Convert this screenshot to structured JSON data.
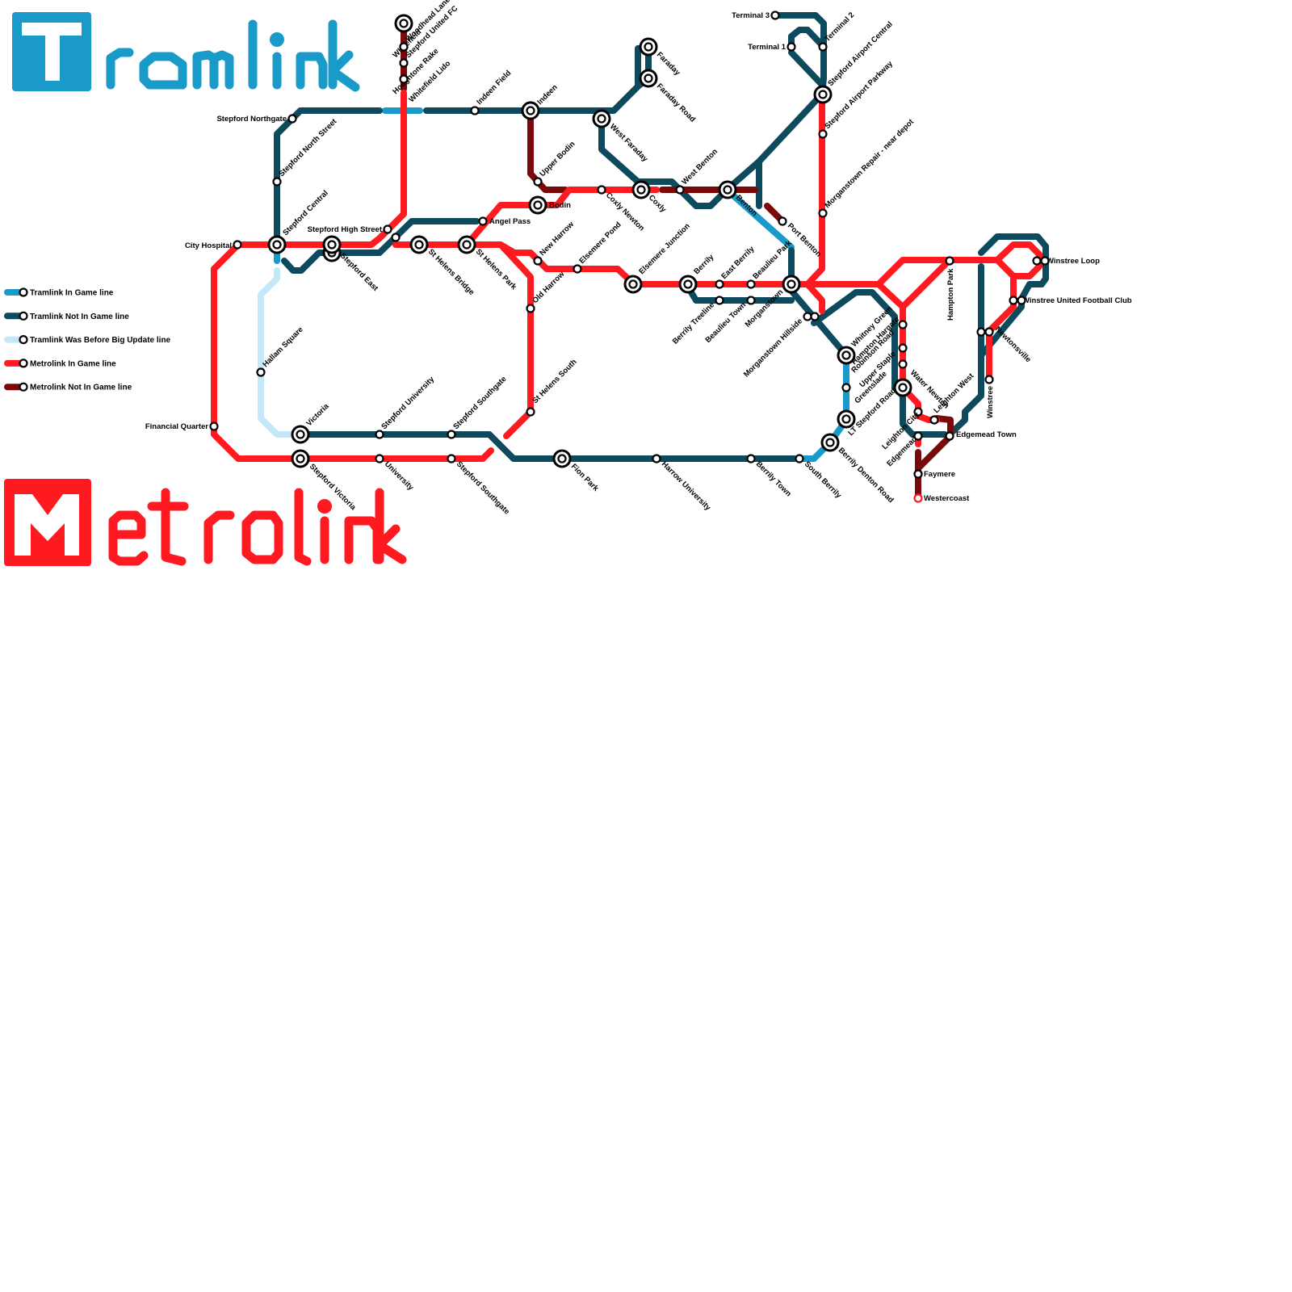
{
  "map": {
    "brands": [
      {
        "name": "Tramlink",
        "color": "#1a9ac9"
      },
      {
        "name": "Metrolink",
        "color": "#ff1a22"
      }
    ],
    "colors": {
      "tram_in_game": "#1a9ac9",
      "tram_not_in_game": "#0d4a5e",
      "tram_before_update": "#c4e8f7",
      "metro_in_game": "#ff1a22",
      "metro_not_in_game": "#7a0a0a"
    },
    "legend": [
      {
        "label": "Tramlink In Game line",
        "color": "#1a9ac9"
      },
      {
        "label": "Tramlink Not In Game line",
        "color": "#0d4a5e"
      },
      {
        "label": "Tramlink Was Before Big Update line",
        "color": "#c4e8f7"
      },
      {
        "label": "Metrolink In Game line",
        "color": "#ff1a22"
      },
      {
        "label": "Metrolink Not In Game line",
        "color": "#7a0a0a"
      }
    ],
    "stations": [
      "Whitefield",
      "Houghtone Rake",
      "Woodhead Lane",
      "Stepford United FC",
      "Whitefield Lido",
      "Indeen Field",
      "Indeen",
      "Stepford Northgate",
      "Stepford North Street",
      "Stepford Central",
      "City Hospital",
      "Stepford High Street",
      "Stepford East",
      "St Helens Bridge",
      "St Helens Park",
      "Angel Pass",
      "Bodin",
      "Upper Bodin",
      "Faraday",
      "Faraday Road",
      "West Faraday",
      "Coxly Newton",
      "Coxly",
      "West Benton",
      "Benton",
      "Port Benton",
      "New Harrow",
      "Elsemere Pond",
      "Elsemere Junction",
      "Berrily",
      "East Berrily",
      "Berrily Treeline",
      "Beaulieu Park",
      "Beaulieu Town",
      "Morganstown",
      "Morganstown Hillside",
      "Old Harrow",
      "St Helens South",
      "Terminal 3",
      "Terminal 1",
      "Terminal 2",
      "Stepford Airport Central",
      "Stepford Airport Parkway",
      "Morganstown Repair - near depot",
      "Whitney Green",
      "Hampton Hargate",
      "Robinson Road",
      "Upper Staple",
      "Greenslade",
      "Water Newton",
      "LT Stepford Road",
      "Berrily Denton Road",
      "Leighton City",
      "Leighton West",
      "Edgemead",
      "Edgemead Town",
      "Faymere",
      "Westercoast",
      "Hampton Park",
      "Winstree Loop",
      "Winstree United Football Club",
      "Newtonsville",
      "Winstree",
      "Hallam Square",
      "Financial Quarter",
      "Victoria",
      "Stepford Victoria",
      "Stepford University",
      "University",
      "Stepford Southgate",
      "Stepford  Southgate",
      "Fion Park",
      "Harrow University",
      "Berrily Town",
      "South Berrily"
    ]
  }
}
